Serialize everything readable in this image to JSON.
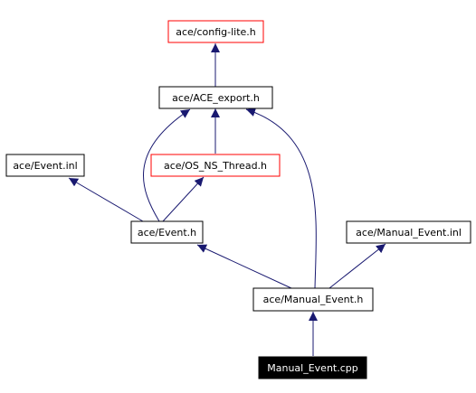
{
  "graph": {
    "nodes": {
      "config_lite": {
        "label": "ace/config-lite.h",
        "style": "red"
      },
      "ace_export": {
        "label": "ace/ACE_export.h",
        "style": "black"
      },
      "event_inl": {
        "label": "ace/Event.inl",
        "style": "black"
      },
      "os_ns_thread": {
        "label": "ace/OS_NS_Thread.h",
        "style": "red"
      },
      "event_h": {
        "label": "ace/Event.h",
        "style": "black"
      },
      "manual_event_inl": {
        "label": "ace/Manual_Event.inl",
        "style": "black"
      },
      "manual_event_h": {
        "label": "ace/Manual_Event.h",
        "style": "black"
      },
      "manual_event_cpp": {
        "label": "Manual_Event.cpp",
        "style": "filled"
      }
    },
    "edges": [
      {
        "from": "ace_export",
        "to": "config_lite"
      },
      {
        "from": "os_ns_thread",
        "to": "ace_export"
      },
      {
        "from": "event_h",
        "to": "ace_export"
      },
      {
        "from": "event_h",
        "to": "event_inl"
      },
      {
        "from": "event_h",
        "to": "os_ns_thread"
      },
      {
        "from": "manual_event_h",
        "to": "ace_export"
      },
      {
        "from": "manual_event_h",
        "to": "event_h"
      },
      {
        "from": "manual_event_h",
        "to": "manual_event_inl"
      },
      {
        "from": "manual_event_cpp",
        "to": "manual_event_h"
      }
    ],
    "colors": {
      "edge": "#191970",
      "red_border": "#ff0000",
      "black_border": "#000000",
      "filled_bg": "#000000",
      "filled_text": "#ffffff",
      "text": "#000000"
    }
  }
}
